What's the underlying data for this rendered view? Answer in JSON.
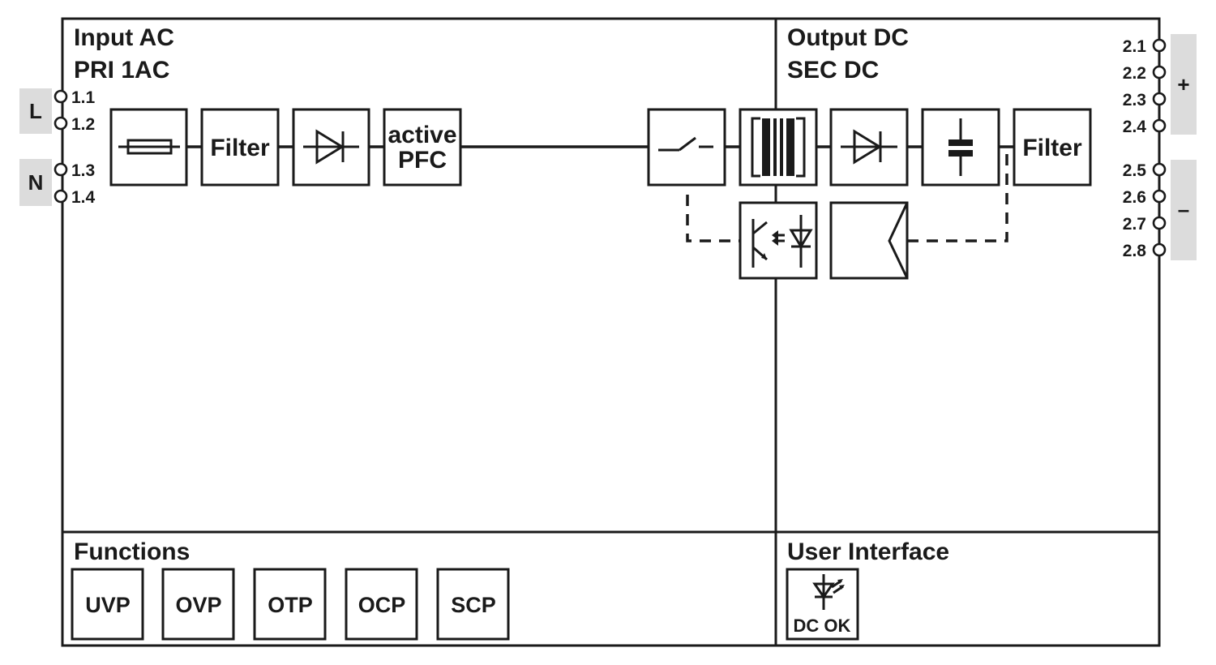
{
  "input": {
    "title_line1": "Input AC",
    "title_line2": "PRI 1AC",
    "phase_L": "L",
    "phase_N": "N",
    "pins": [
      "1.1",
      "1.2",
      "1.3",
      "1.4"
    ]
  },
  "output": {
    "title_line1": "Output DC",
    "title_line2": "SEC DC",
    "polarity_plus": "+",
    "polarity_minus": "–",
    "pins": [
      "2.1",
      "2.2",
      "2.3",
      "2.4",
      "2.5",
      "2.6",
      "2.7",
      "2.8"
    ]
  },
  "blocks": {
    "input_filter": "Filter",
    "pfc_line1": "active",
    "pfc_line2": "PFC",
    "output_filter": "Filter"
  },
  "functions": {
    "title": "Functions",
    "items": [
      "UVP",
      "OVP",
      "OTP",
      "OCP",
      "SCP"
    ]
  },
  "user_interface": {
    "title": "User Interface",
    "led_label": "DC OK"
  }
}
